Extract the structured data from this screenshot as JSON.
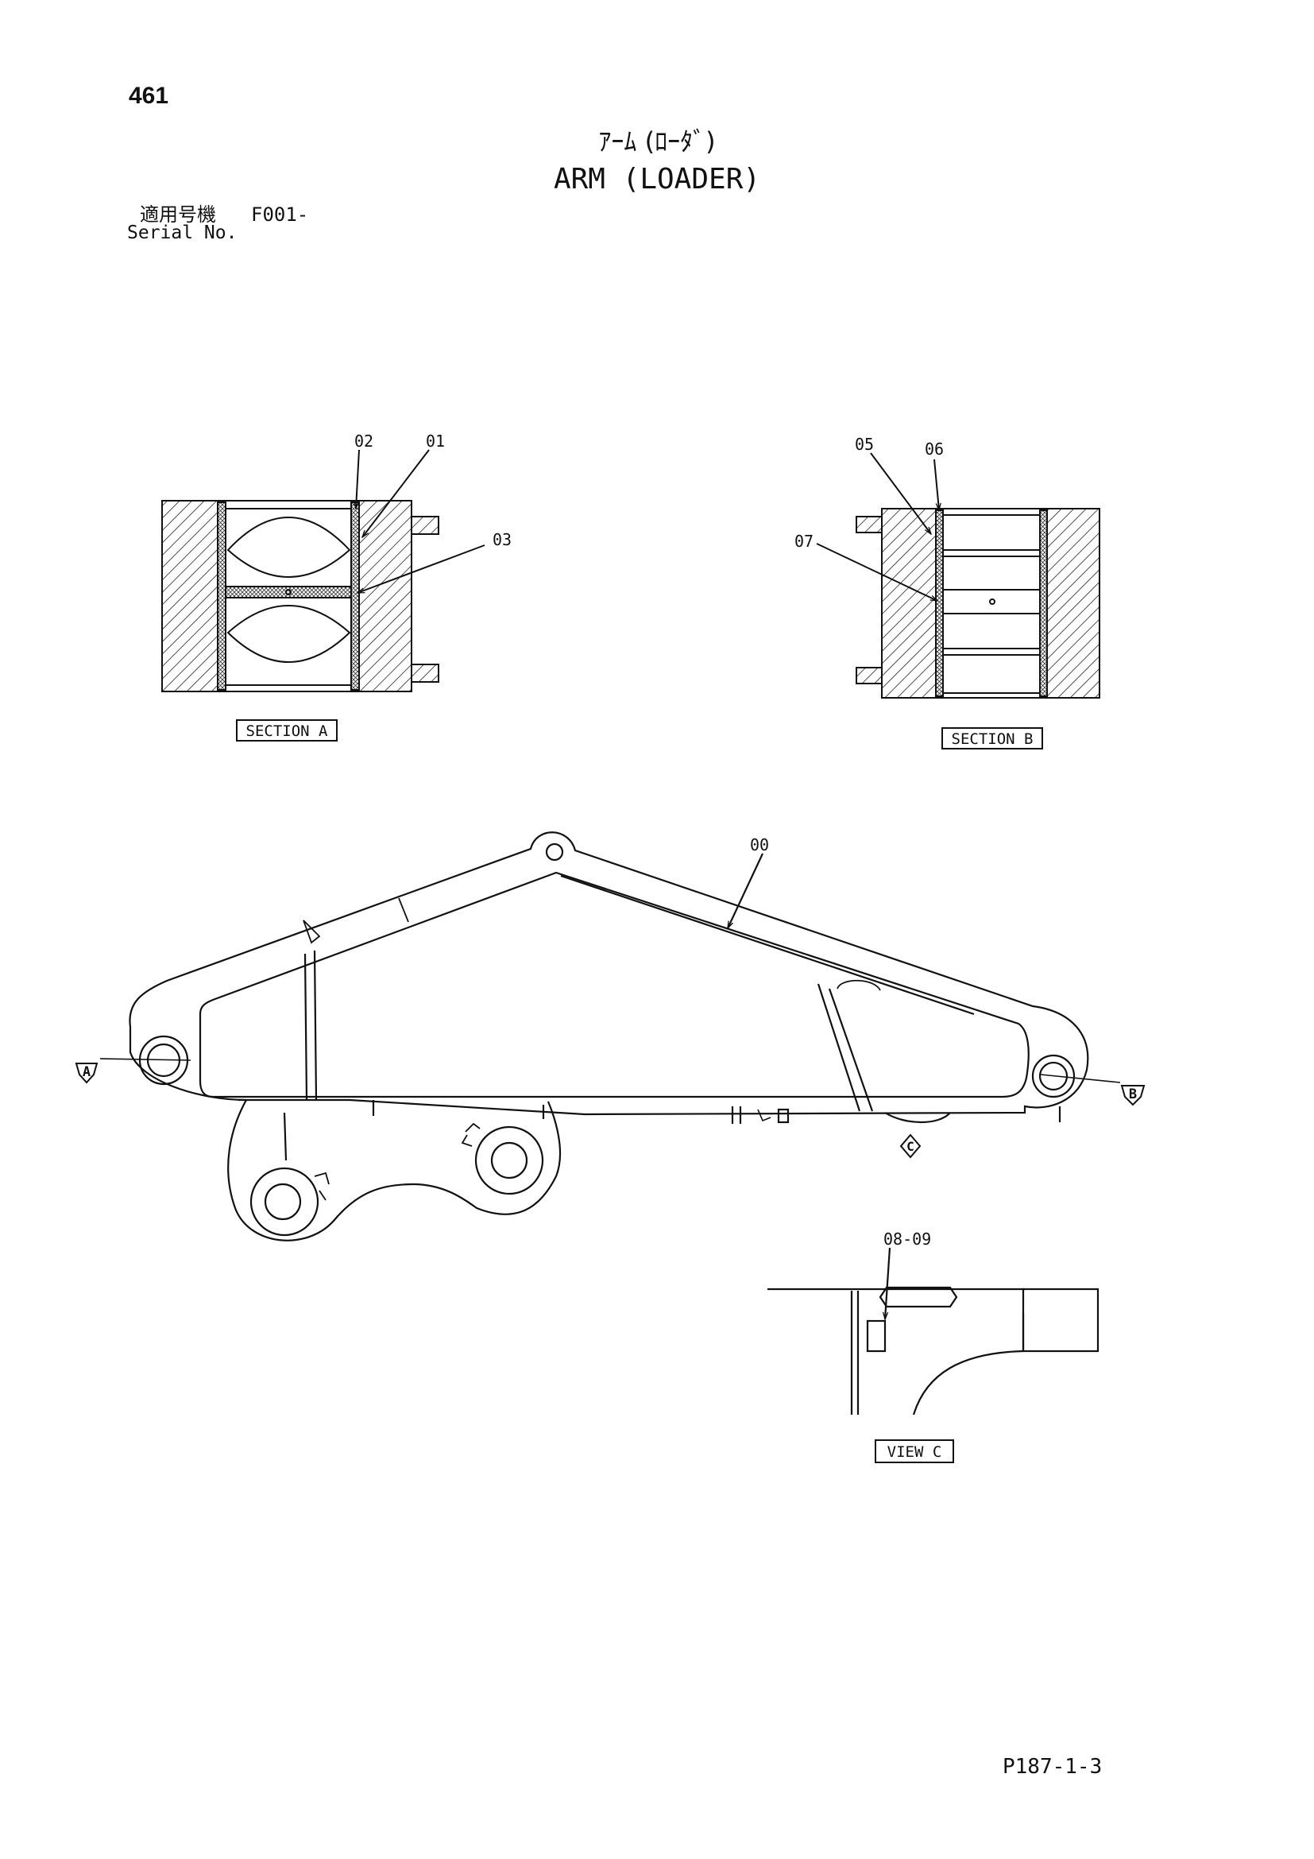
{
  "header": {
    "page_number": "461",
    "title_ja": "ｱｰﾑ (ﾛｰﾀﾞ)",
    "title_en": "ARM (LOADER)",
    "serial_label_ja": "適用号機",
    "serial_value": "F001-",
    "serial_label_en": "Serial No."
  },
  "callouts": {
    "c00": "00",
    "c01": "01",
    "c02": "02",
    "c03": "03",
    "c05": "05",
    "c06": "06",
    "c07": "07",
    "c0809": "08-09"
  },
  "section_labels": {
    "section_a": "SECTION  A",
    "section_b": "SECTION  B",
    "view_c": "VIEW  C"
  },
  "view_markers": {
    "a": "A",
    "b": "B",
    "c": "C"
  },
  "footer": {
    "drawing_code": "P187-1-3"
  }
}
